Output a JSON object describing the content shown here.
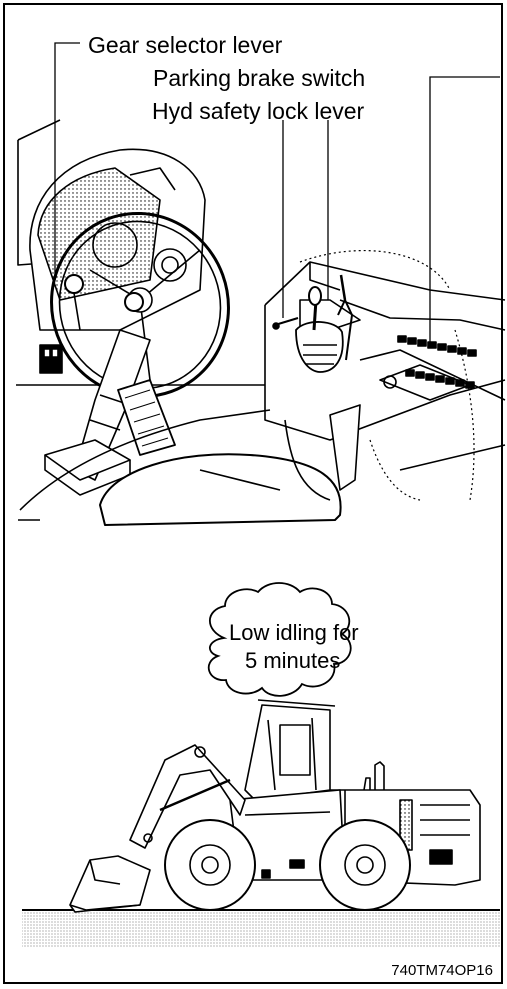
{
  "labels": {
    "gear_selector": "Gear selector lever",
    "parking_brake": "Parking brake switch",
    "hyd_lock": "Hyd safety lock lever"
  },
  "cloud_text": {
    "line1": "Low idling for",
    "line2": "5 minutes"
  },
  "figure_code": "740TM74OP16"
}
